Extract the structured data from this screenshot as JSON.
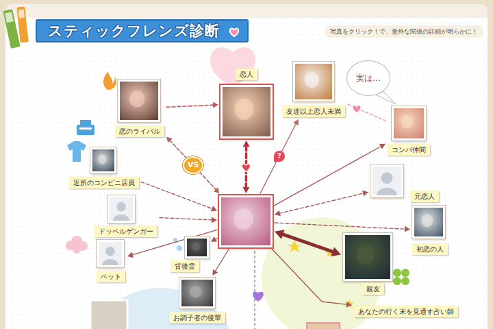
{
  "diagram": {
    "title": "スティックフレンズ診断",
    "nodes": [
      {
        "text": [
          "恋人"
        ]
      },
      {
        "text": [
          "友達以上恋人未満"
        ]
      },
      {
        "text": [
          "恋のライバル"
        ]
      },
      {
        "text": [
          "コンパ仲間"
        ]
      },
      {
        "text": [
          "近所のコンビニ店員"
        ]
      },
      {
        "text": [
          "元恋人"
        ]
      },
      {
        "text": []
      },
      {
        "text": [
          "ドッペルゲンガー"
        ]
      },
      {
        "text": [
          "初恋の人"
        ]
      },
      {
        "text": [
          "背後霊"
        ]
      },
      {
        "text": [
          "ペット"
        ]
      },
      {
        "text": [
          "親友"
        ]
      },
      {
        "text": [
          "お調子者の後輩"
        ]
      },
      {
        "text": [
          "あなたの行く末を見通す占い師"
        ]
      }
    ],
    "edges": [
      {
        "from": 2,
        "to": 0,
        "arrow": "to"
      },
      {
        "from": 6,
        "to": 0,
        "arrow": "both"
      },
      {
        "from": 2,
        "to": 6,
        "label": "VS",
        "arrow": "both"
      },
      {
        "from": 6,
        "to": 1,
        "label": "?",
        "arrow": "to"
      },
      {
        "from": 3,
        "to": 1,
        "arrow": "none"
      },
      {
        "from": 6,
        "to": 3,
        "arrow": "to"
      },
      {
        "from": 4,
        "to": 6,
        "arrow": "to"
      },
      {
        "from": 6,
        "to": 5,
        "arrow": "both"
      },
      {
        "from": 7,
        "to": 6,
        "arrow": "to"
      },
      {
        "from": 6,
        "to": 8,
        "arrow": "to"
      },
      {
        "from": 6,
        "to": 10,
        "arrow": "to"
      },
      {
        "from": 6,
        "to": 9,
        "arrow": "to"
      },
      {
        "from": 6,
        "to": 11,
        "arrow": "both"
      },
      {
        "from": 6,
        "to": 12,
        "arrow": "to"
      },
      {
        "from": 6,
        "to": 13,
        "arrow": "to"
      }
    ],
    "labels": [
      "写真をクリック！で、意外な関係の詳細が明らかに！",
      "実は…"
    ]
  }
}
